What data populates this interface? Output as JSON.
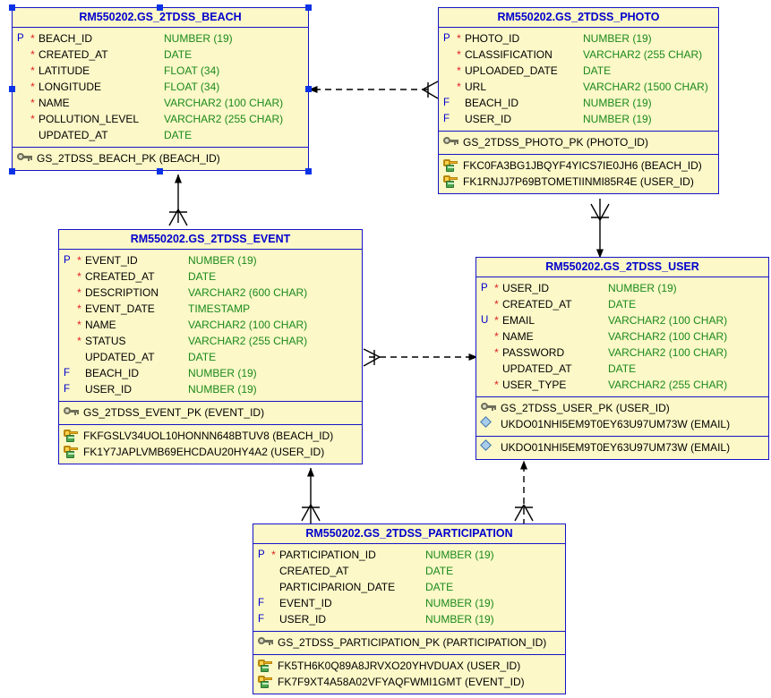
{
  "diagram": {
    "title": "Relational ER Diagram",
    "background_color": "#FFFFFF",
    "entity_fill": "#FCF8C8",
    "entity_border": "#1414C8",
    "title_color": "#0000CD",
    "type_color": "#1A8A1A",
    "required_marker_color": "#E02020",
    "selection_handle_color": "#0A32E6"
  },
  "entities": {
    "beach": {
      "title": "RM550202.GS_2TDSS_BEACH",
      "selected": true,
      "attributes": [
        {
          "key": "P",
          "required": "*",
          "name": "BEACH_ID",
          "type": "NUMBER (19)"
        },
        {
          "key": "",
          "required": "*",
          "name": "CREATED_AT",
          "type": "DATE"
        },
        {
          "key": "",
          "required": "*",
          "name": "LATITUDE",
          "type": "FLOAT (34)"
        },
        {
          "key": "",
          "required": "*",
          "name": "LONGITUDE",
          "type": "FLOAT (34)"
        },
        {
          "key": "",
          "required": "*",
          "name": "NAME",
          "type": "VARCHAR2 (100 CHAR)"
        },
        {
          "key": "",
          "required": "*",
          "name": "POLLUTION_LEVEL",
          "type": "VARCHAR2 (255 CHAR)"
        },
        {
          "key": "",
          "required": "",
          "name": "UPDATED_AT",
          "type": "DATE"
        }
      ],
      "keys": [
        {
          "icon": "pk-key-icon",
          "label": "GS_2TDSS_BEACH_PK (BEACH_ID)"
        }
      ],
      "foreign_keys": []
    },
    "photo": {
      "title": "RM550202.GS_2TDSS_PHOTO",
      "selected": false,
      "attributes": [
        {
          "key": "P",
          "required": "*",
          "name": "PHOTO_ID",
          "type": "NUMBER (19)"
        },
        {
          "key": "",
          "required": "*",
          "name": "CLASSIFICATION",
          "type": "VARCHAR2 (255 CHAR)"
        },
        {
          "key": "",
          "required": "*",
          "name": "UPLOADED_DATE",
          "type": "DATE"
        },
        {
          "key": "",
          "required": "*",
          "name": "URL",
          "type": "VARCHAR2 (1500 CHAR)"
        },
        {
          "key": "F",
          "required": "",
          "name": "BEACH_ID",
          "type": "NUMBER (19)"
        },
        {
          "key": "F",
          "required": "",
          "name": "USER_ID",
          "type": "NUMBER (19)"
        }
      ],
      "keys": [
        {
          "icon": "pk-key-icon",
          "label": "GS_2TDSS_PHOTO_PK (PHOTO_ID)"
        }
      ],
      "foreign_keys": [
        {
          "icon": "fk-key-icon",
          "label": "FKC0FA3BG1JBQYF4YICS7IE0JH6 (BEACH_ID)"
        },
        {
          "icon": "fk-key-icon",
          "label": "FK1RNJJ7P69BTOMETIINMI85R4E (USER_ID)"
        }
      ]
    },
    "event": {
      "title": "RM550202.GS_2TDSS_EVENT",
      "selected": false,
      "attributes": [
        {
          "key": "P",
          "required": "*",
          "name": "EVENT_ID",
          "type": "NUMBER (19)"
        },
        {
          "key": "",
          "required": "*",
          "name": "CREATED_AT",
          "type": "DATE"
        },
        {
          "key": "",
          "required": "*",
          "name": "DESCRIPTION",
          "type": "VARCHAR2 (600 CHAR)"
        },
        {
          "key": "",
          "required": "*",
          "name": "EVENT_DATE",
          "type": "TIMESTAMP"
        },
        {
          "key": "",
          "required": "*",
          "name": "NAME",
          "type": "VARCHAR2 (100 CHAR)"
        },
        {
          "key": "",
          "required": "*",
          "name": "STATUS",
          "type": "VARCHAR2 (255 CHAR)"
        },
        {
          "key": "",
          "required": "",
          "name": "UPDATED_AT",
          "type": "DATE"
        },
        {
          "key": "F",
          "required": "",
          "name": "BEACH_ID",
          "type": "NUMBER (19)"
        },
        {
          "key": "F",
          "required": "",
          "name": "USER_ID",
          "type": "NUMBER (19)"
        }
      ],
      "keys": [
        {
          "icon": "pk-key-icon",
          "label": "GS_2TDSS_EVENT_PK (EVENT_ID)"
        }
      ],
      "foreign_keys": [
        {
          "icon": "fk-key-icon",
          "label": "FKFGSLV34UOL10HONNN648BTUV8 (BEACH_ID)"
        },
        {
          "icon": "fk-key-icon",
          "label": "FK1Y7JAPLVMB69EHCDAU20HY4A2 (USER_ID)"
        }
      ]
    },
    "user": {
      "title": "RM550202.GS_2TDSS_USER",
      "selected": false,
      "attributes": [
        {
          "key": "P",
          "required": "*",
          "name": "USER_ID",
          "type": "NUMBER (19)"
        },
        {
          "key": "",
          "required": "*",
          "name": "CREATED_AT",
          "type": "DATE"
        },
        {
          "key": "U",
          "required": "*",
          "name": "EMAIL",
          "type": "VARCHAR2 (100 CHAR)"
        },
        {
          "key": "",
          "required": "*",
          "name": "NAME",
          "type": "VARCHAR2 (100 CHAR)"
        },
        {
          "key": "",
          "required": "*",
          "name": "PASSWORD",
          "type": "VARCHAR2 (100 CHAR)"
        },
        {
          "key": "",
          "required": "",
          "name": "UPDATED_AT",
          "type": "DATE"
        },
        {
          "key": "",
          "required": "*",
          "name": "USER_TYPE",
          "type": "VARCHAR2 (255 CHAR)"
        }
      ],
      "keys": [
        {
          "icon": "pk-key-icon",
          "label": "GS_2TDSS_USER_PK (USER_ID)"
        },
        {
          "icon": "uk-diamond-icon",
          "label": "UKDO01NHI5EM9T0EY63U97UM73W (EMAIL)"
        }
      ],
      "indexes": [
        {
          "icon": "uk-diamond-icon",
          "label": "UKDO01NHI5EM9T0EY63U97UM73W (EMAIL)"
        }
      ],
      "foreign_keys": []
    },
    "participation": {
      "title": "RM550202.GS_2TDSS_PARTICIPATION",
      "selected": false,
      "attributes": [
        {
          "key": "P",
          "required": "*",
          "name": "PARTICIPATION_ID",
          "type": "NUMBER (19)"
        },
        {
          "key": "",
          "required": "",
          "name": "CREATED_AT",
          "type": "DATE"
        },
        {
          "key": "",
          "required": "",
          "name": "PARTICIPARION_DATE",
          "type": "DATE"
        },
        {
          "key": "F",
          "required": "",
          "name": "EVENT_ID",
          "type": "NUMBER (19)"
        },
        {
          "key": "F",
          "required": "",
          "name": "USER_ID",
          "type": "NUMBER (19)"
        }
      ],
      "keys": [
        {
          "icon": "pk-key-icon",
          "label": "GS_2TDSS_PARTICIPATION_PK (PARTICIPATION_ID)"
        }
      ],
      "foreign_keys": [
        {
          "icon": "fk-key-icon",
          "label": "FK5TH6K0Q89A8JRVXO20YHVDUAX (USER_ID)"
        },
        {
          "icon": "fk-key-icon",
          "label": "FK7F9XT4A58A02VFYAQFWMI1GMT (EVENT_ID)"
        }
      ]
    }
  },
  "relationships": [
    {
      "name": "photo-to-beach",
      "from": "photo",
      "to": "beach",
      "style": "dashed",
      "from_end": "crows-foot",
      "to_end": "arrow"
    },
    {
      "name": "event-to-beach",
      "from": "event",
      "to": "beach",
      "style": "solid",
      "from_end": "crows-foot",
      "to_end": "arrow"
    },
    {
      "name": "photo-to-user",
      "from": "photo",
      "to": "user",
      "style": "solid",
      "from_end": "crows-foot",
      "to_end": "arrow"
    },
    {
      "name": "event-to-user",
      "from": "event",
      "to": "user",
      "style": "dashed",
      "from_end": "crows-foot",
      "to_end": "arrow"
    },
    {
      "name": "participation-to-event",
      "from": "participation",
      "to": "event",
      "style": "solid",
      "from_end": "crows-foot",
      "to_end": "arrow"
    },
    {
      "name": "participation-to-user",
      "from": "participation",
      "to": "user",
      "style": "dashed",
      "from_end": "crows-foot",
      "to_end": "arrow"
    }
  ]
}
